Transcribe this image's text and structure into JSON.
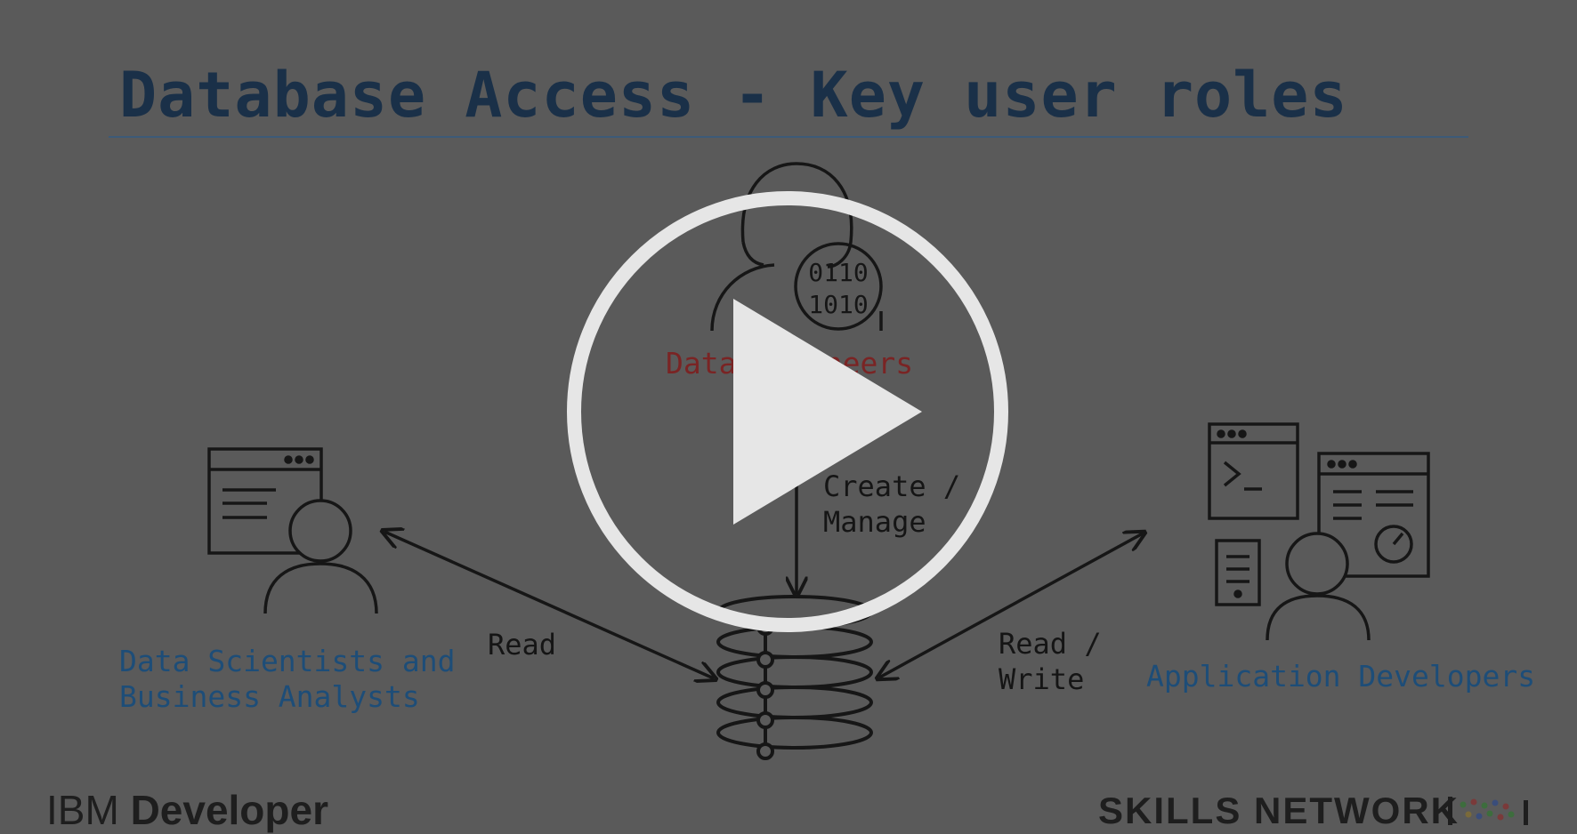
{
  "slide": {
    "title": "Database Access - Key user roles",
    "roles": {
      "data_engineers": "Data Engineers",
      "scientists_line1": "Data Scientists and",
      "scientists_line2": "Business Analysts",
      "app_developers": "Application Developers"
    },
    "edges": {
      "create_line1": "Create /",
      "create_line2": "Manage",
      "read": "Read",
      "readwrite_line1": "Read /",
      "readwrite_line2": "Write"
    },
    "branding": {
      "left_light": "IBM ",
      "left_bold": "Developer",
      "right": "SKILLS NETWORK"
    },
    "colors": {
      "overlay_background": "#5a5a5a",
      "title": "#1a3048",
      "role_blue": "#1d4d78",
      "role_red": "#7a2424",
      "play_button": "#e6e6e6"
    }
  },
  "player": {
    "play_button_icon": "play-icon"
  }
}
